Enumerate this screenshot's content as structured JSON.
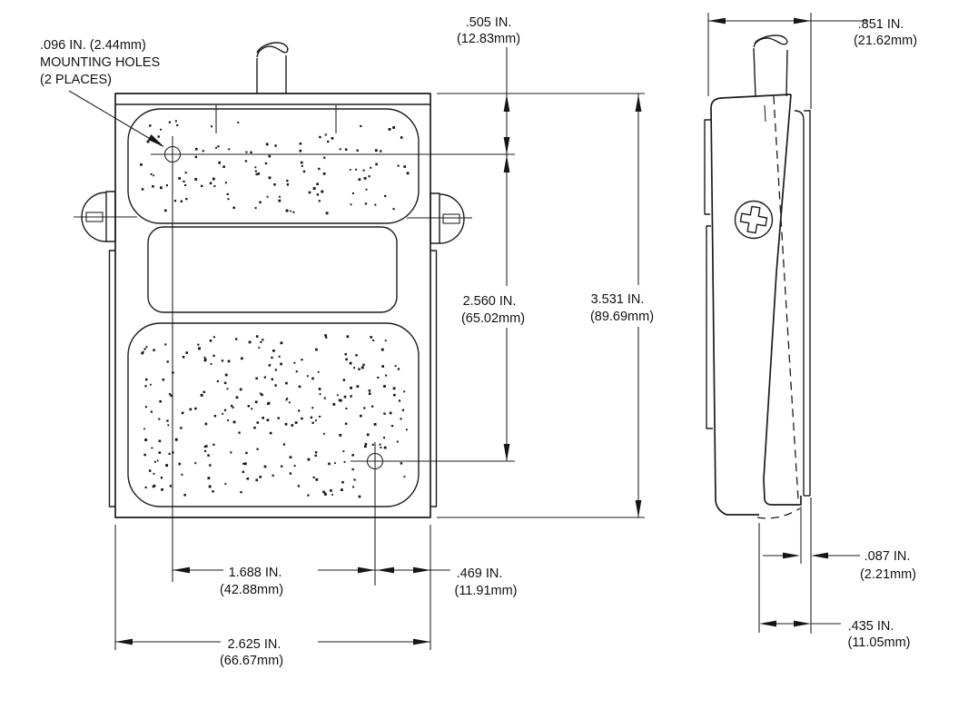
{
  "colors": {
    "background": "#ffffff",
    "line": "#1c1c1c",
    "text": "#111111"
  },
  "front_view": {
    "note": [
      ".096 IN. (2.44mm)",
      "MOUNTING HOLES",
      "(2 PLACES)"
    ],
    "dims": {
      "hole_top_offset": {
        "in": ".505 IN.",
        "mm": "(12.83mm)"
      },
      "hole_vertical_spacing": {
        "in": "2.560 IN.",
        "mm": "(65.02mm)"
      },
      "overall_height": {
        "in": "3.531 IN.",
        "mm": "(89.69mm)"
      },
      "hole_horizontal_spacing": {
        "in": "1.688 IN.",
        "mm": "(42.88mm)"
      },
      "hole_right_offset": {
        "in": ".469 IN.",
        "mm": "(11.91mm)"
      },
      "overall_width": {
        "in": "2.625 IN.",
        "mm": "(66.67mm)"
      }
    }
  },
  "side_view": {
    "dims": {
      "overall_depth": {
        "in": ".851 IN.",
        "mm": "(21.62mm)"
      },
      "base_plate_thickness": {
        "in": ".087 IN.",
        "mm": "(2.21mm)"
      },
      "base_width": {
        "in": ".435 IN.",
        "mm": "(11.05mm)"
      }
    }
  }
}
